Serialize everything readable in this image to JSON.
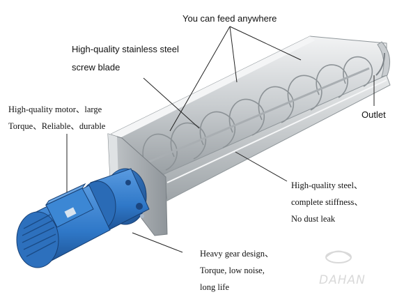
{
  "labels": {
    "feed": "You can feed anywhere",
    "blade": [
      "High-quality stainless steel",
      "screw blade"
    ],
    "outlet": "Outlet",
    "motor": [
      "High-quality motor、large",
      "Torque、Reliable、durable"
    ],
    "steel": [
      "High-quality steel、",
      "complete stiffness、",
      "No dust leak"
    ],
    "gear": [
      "Heavy gear design、",
      "Torque, low noise,",
      "long life"
    ]
  },
  "logo": {
    "text": "DAHAN",
    "mark": "dahan-logo-icon"
  },
  "colors": {
    "motor_blue": "#2f78c8",
    "steel_light": "#e2e5e7",
    "steel_dark": "#8e959a"
  }
}
